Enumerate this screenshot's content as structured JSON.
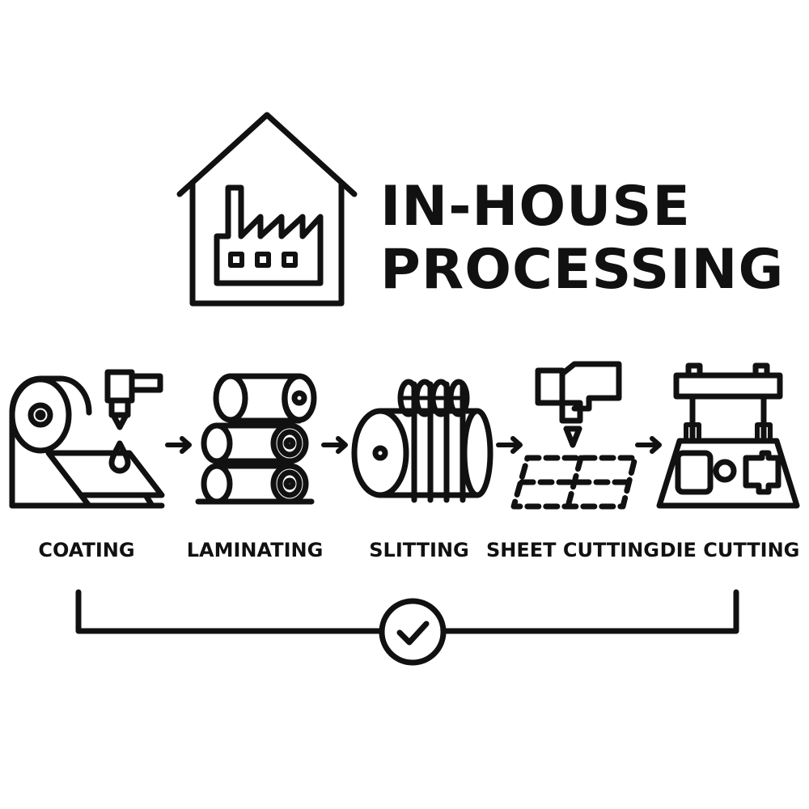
{
  "title": {
    "line1": "IN-HOUSE",
    "line2": "PROCESSING"
  },
  "steps": [
    {
      "label": "COATING",
      "icon": "coating-machine-icon"
    },
    {
      "label": "LAMINATING",
      "icon": "laminating-rollers-icon"
    },
    {
      "label": "SLITTING",
      "icon": "slitting-roll-icon"
    },
    {
      "label": "SHEET CUTTING",
      "icon": "sheet-cutting-icon"
    },
    {
      "label": "DIE CUTTING",
      "icon": "die-cutting-press-icon"
    }
  ],
  "icons": {
    "header": "factory-house-icon",
    "footer": "checkmark-circle-icon",
    "connector": "arrow-right-icon"
  },
  "colors": {
    "ink": "#111111",
    "background": "#ffffff"
  }
}
